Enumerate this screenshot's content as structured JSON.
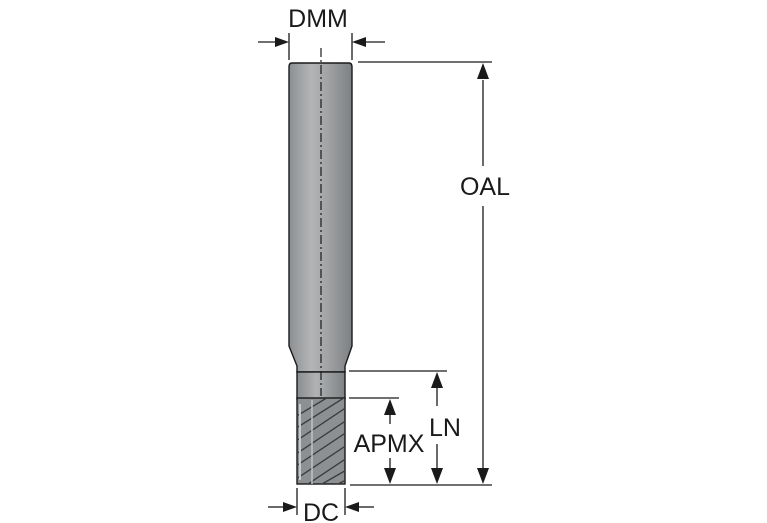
{
  "labels": {
    "dmm": "DMM",
    "oal": "OAL",
    "ln": "LN",
    "apmx": "APMX",
    "dc": "DC"
  },
  "colors": {
    "shank_dark": "#7f8284",
    "shank_mid": "#a6a8aa",
    "shank_light": "#c3c5c6",
    "line": "#1a1a1a"
  }
}
